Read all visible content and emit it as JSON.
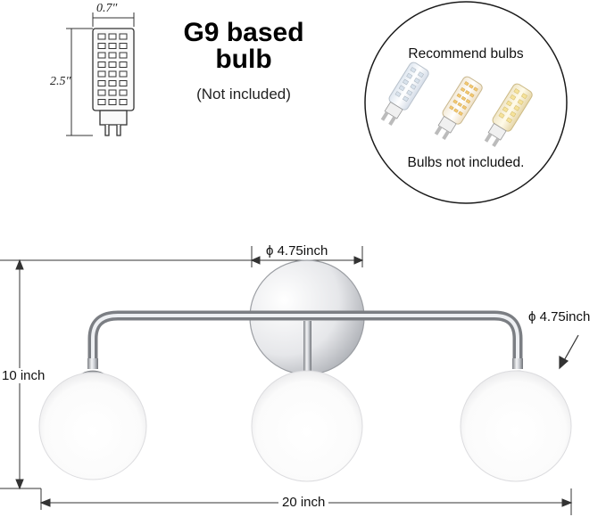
{
  "bulb_spec": {
    "width_label": "0.7″",
    "height_label": "2.5″"
  },
  "heading": {
    "title_line1": "G9 based",
    "title_line2": "bulb",
    "note": "(Not included)"
  },
  "recommend": {
    "top_label": "Recommend bulbs",
    "bottom_label": "Bulbs not included."
  },
  "fixture": {
    "canopy_label": "ϕ 4.75inch",
    "globe_label": "ϕ 4.75inch",
    "height_label": "10 inch",
    "width_label": "20 inch"
  },
  "colors": {
    "chrome_dark": "#8a8d92",
    "chrome_light": "#f2f3f5",
    "glass": "#ffffff",
    "line": "#333333"
  }
}
